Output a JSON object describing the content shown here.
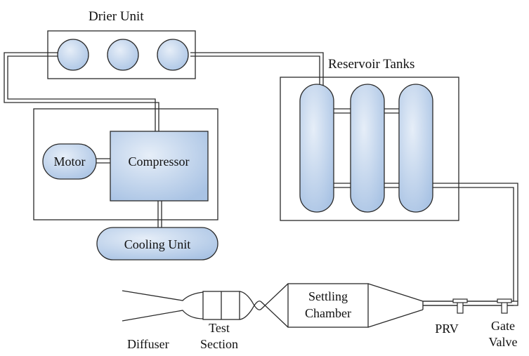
{
  "labels": {
    "drier_unit": "Drier Unit",
    "reservoir_tanks": "Reservoir Tanks",
    "motor": "Motor",
    "compressor": "Compressor",
    "cooling_unit": "Cooling Unit",
    "settling_line1": "Settling",
    "settling_line2": "Chamber",
    "test_line1": "Test",
    "test_line2": "Section",
    "diffuser": "Diffuser",
    "prv": "PRV",
    "gate_line1": "Gate",
    "gate_line2": "Valve"
  },
  "colors": {
    "component_fill_light": "#e6eef8",
    "component_fill_dark": "#a9c3e4",
    "outline": "#2a2a2a"
  }
}
